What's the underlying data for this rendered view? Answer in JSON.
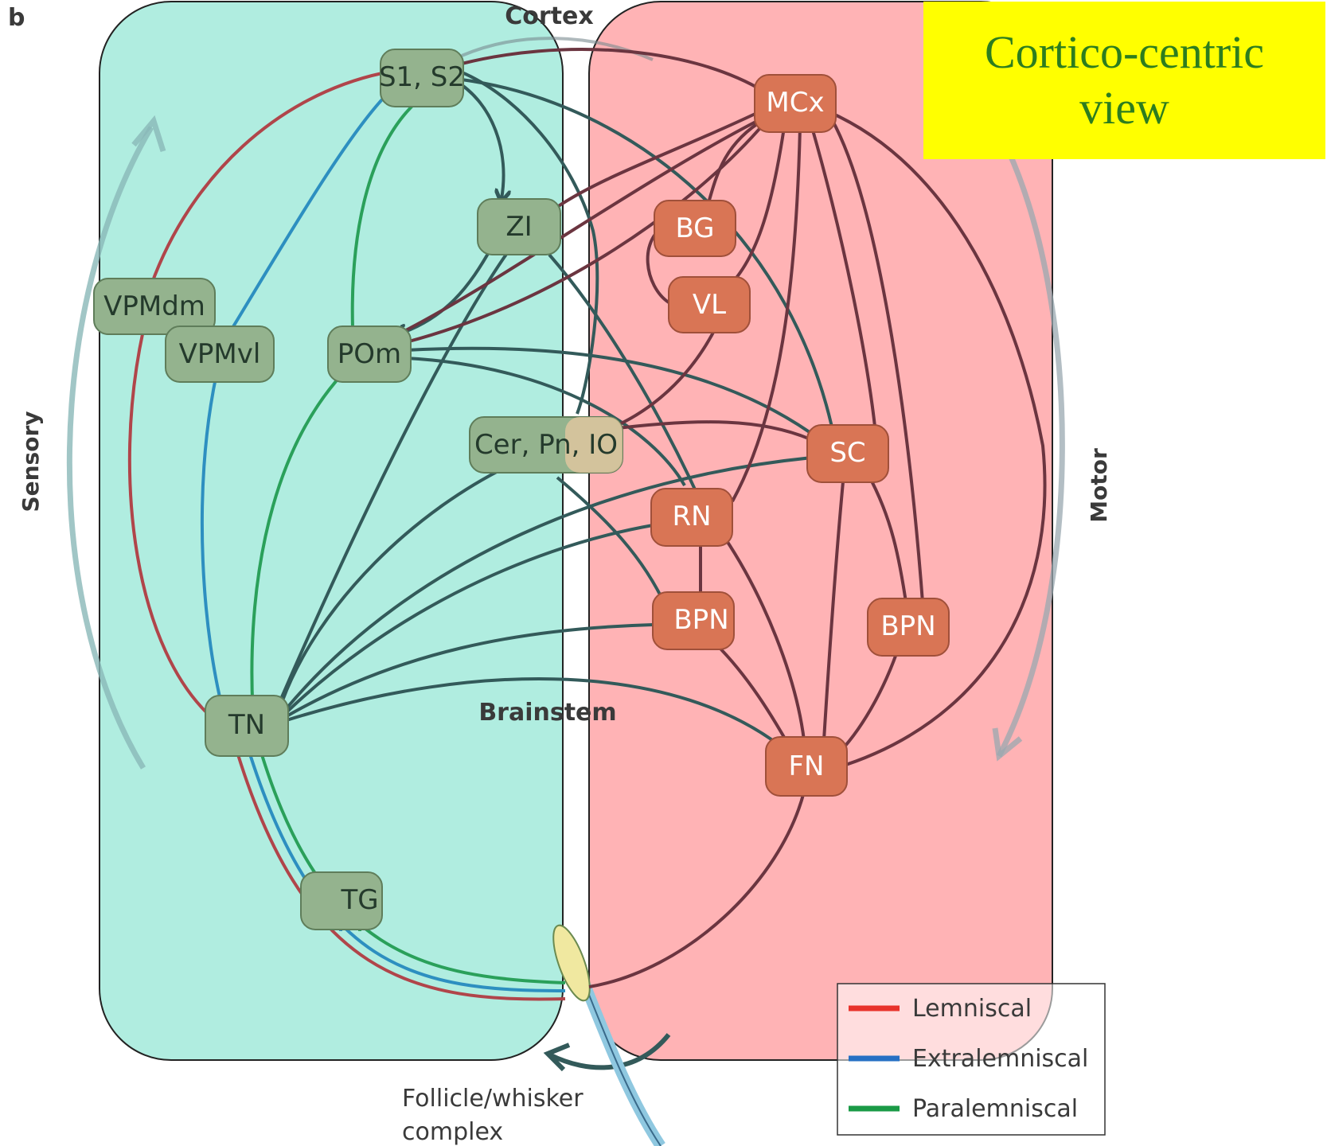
{
  "panel_letter": "b",
  "title": {
    "line1": "Cortico-centric",
    "line2": "view"
  },
  "regions": {
    "cortex": "Cortex",
    "brainstem": "Brainstem"
  },
  "side_labels": {
    "sensory": "Sensory",
    "motor": "Motor"
  },
  "follicle_label": {
    "line1": "Follicle/whisker",
    "line2": "complex"
  },
  "colors": {
    "sensory_region": "#b0ede0",
    "motor_region": "#ffb1b3",
    "green_node": "#94b38e",
    "orange_node": "#d97555",
    "path_dark": "#335a5a",
    "path_motor": "#6b3540",
    "lemniscal": "#e8322b",
    "extralemniscal": "#2670c4",
    "paralemniscal": "#1a9a46",
    "title_bg": "#ffff00",
    "title_text": "#2d7d1e"
  },
  "nodes": {
    "s1s2": "S1, S2",
    "zi": "ZI",
    "vpmdm": "VPMdm",
    "vpmvl": "VPMvl",
    "pom": "POm",
    "cer": "Cer, Pn, IO",
    "tn": "TN",
    "tg": "TG",
    "mcx": "MCx",
    "bg": "BG",
    "vl": "VL",
    "sc": "SC",
    "rn": "RN",
    "bpn1": "BPN",
    "bpn2": "BPN",
    "fn": "FN"
  },
  "legend": {
    "lemniscal": "Lemniscal",
    "extralemniscal": "Extralemniscal",
    "paralemniscal": "Paralemniscal"
  }
}
